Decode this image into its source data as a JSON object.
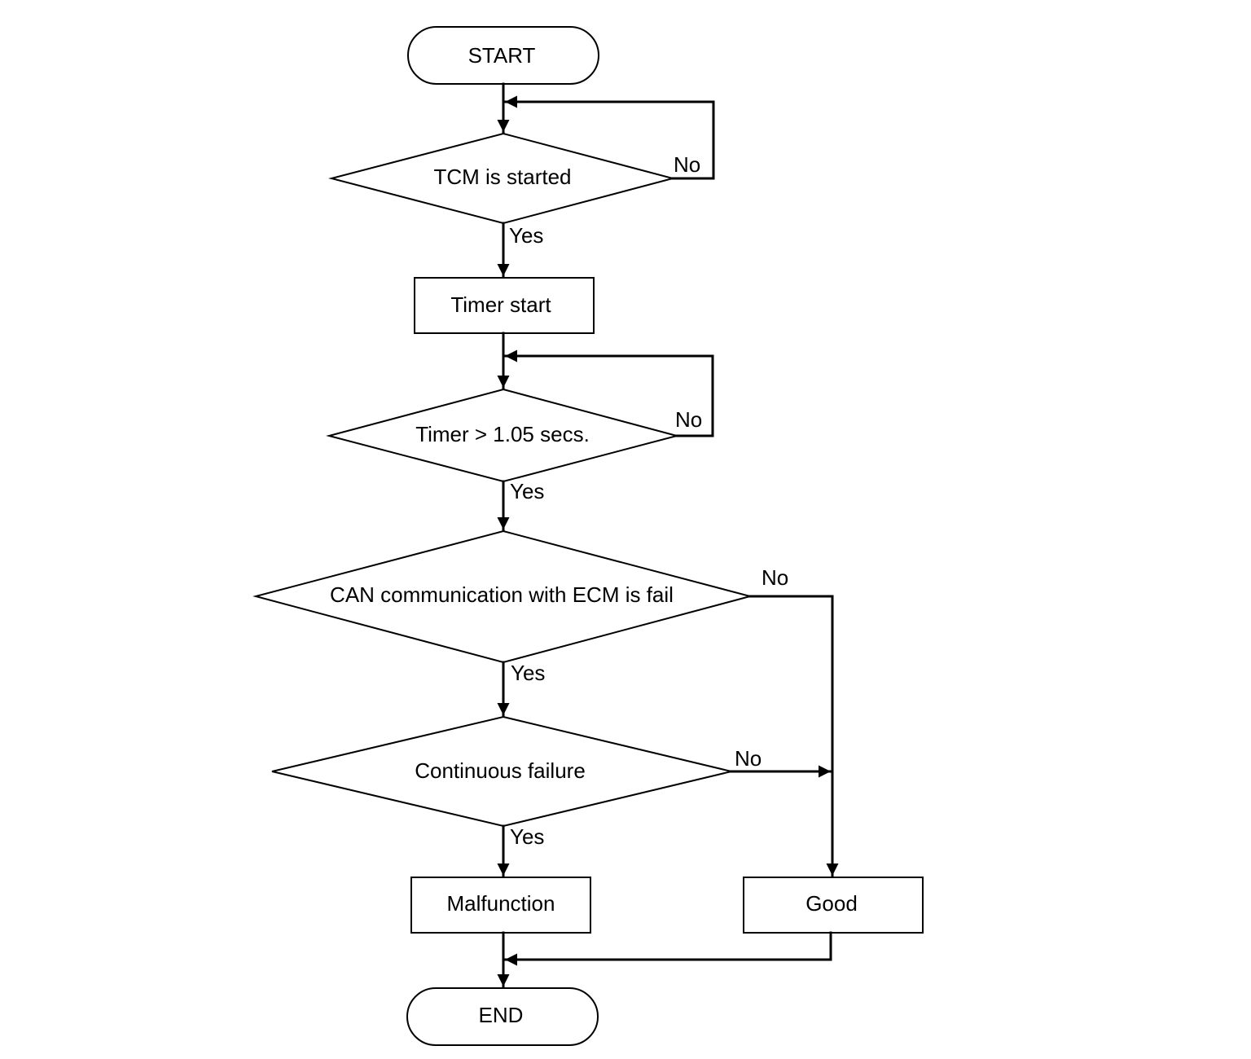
{
  "nodes": {
    "start": "START",
    "tcm_started": "TCM is started",
    "timer_start": "Timer start",
    "timer_check": "Timer > 1.05 secs.",
    "can_fail": "CAN communication with ECM is fail",
    "continuous_failure": "Continuous failure",
    "malfunction": "Malfunction",
    "good": "Good",
    "end": "END"
  },
  "edges": {
    "tcm_no": "No",
    "tcm_yes": "Yes",
    "timer_no": "No",
    "timer_yes": "Yes",
    "can_no": "No",
    "can_yes": "Yes",
    "continuous_no": "No",
    "continuous_yes": "Yes"
  }
}
